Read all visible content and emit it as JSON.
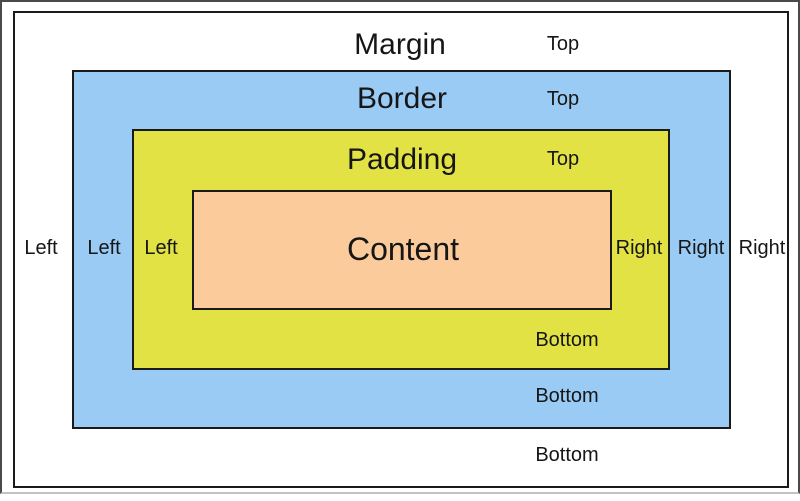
{
  "diagram": {
    "layers": {
      "margin": {
        "title": "Margin",
        "top": "Top",
        "left": "Left",
        "right": "Right",
        "bottom": "Bottom"
      },
      "border": {
        "title": "Border",
        "top": "Top",
        "left": "Left",
        "right": "Right",
        "bottom": "Bottom"
      },
      "padding": {
        "title": "Padding",
        "top": "Top",
        "left": "Left",
        "right": "Right",
        "bottom": "Bottom"
      },
      "content": {
        "title": "Content"
      }
    },
    "colors": {
      "margin_bg": "#FFFFFF",
      "border_bg": "#9ACBF5",
      "padding_bg": "#E2E244",
      "content_bg": "#FBCB9C",
      "outline": "#1A1A1A",
      "frame": "#4A4A4A"
    }
  }
}
